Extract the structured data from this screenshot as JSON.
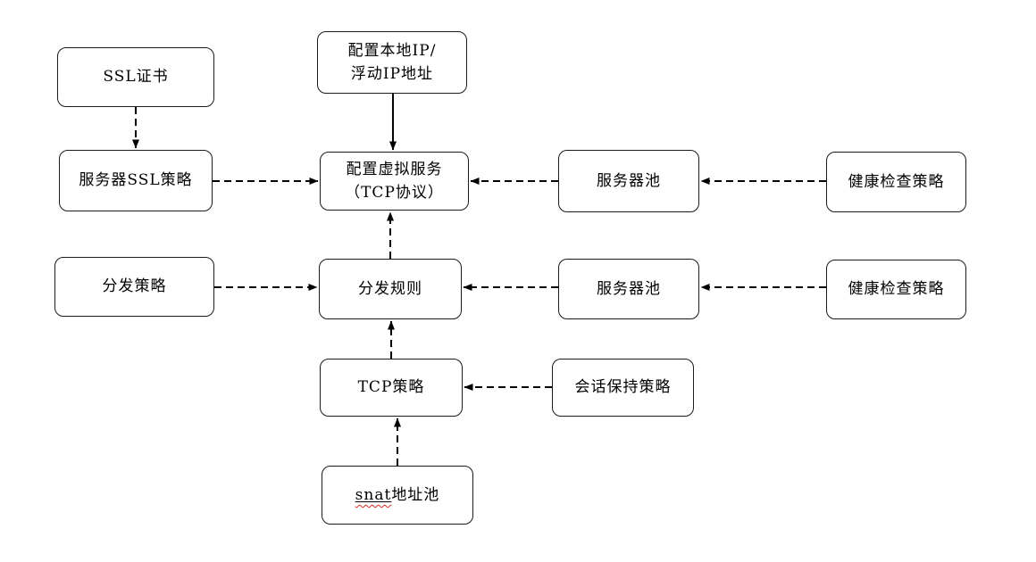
{
  "diagram": {
    "type": "flowchart",
    "background_color": "#ffffff",
    "box_fill": "#ffffff",
    "box_border_color": "#1a1a1a",
    "arrow_color": "#000000",
    "text_color": "#000000",
    "spellcheck_wavy_color": "#e02b20",
    "nodes": {
      "ssl_cert": {
        "label": "SSL证书"
      },
      "local_ip": {
        "label": "配置本地IP/\n浮动IP地址"
      },
      "server_ssl_policy": {
        "label": "服务器SSL策略"
      },
      "virtual_service": {
        "label": "配置虚拟服务\n（TCP协议）"
      },
      "server_pool_top": {
        "label": "服务器池"
      },
      "health_check_top": {
        "label": "健康检查策略"
      },
      "dispatch_policy": {
        "label": "分发策略"
      },
      "dispatch_rule": {
        "label": "分发规则"
      },
      "server_pool_bottom": {
        "label": "服务器池"
      },
      "health_check_bottom": {
        "label": "健康检查策略"
      },
      "tcp_policy": {
        "label": "TCP策略"
      },
      "session_keep_policy": {
        "label": "会话保持策略"
      },
      "snat_pool": {
        "label_en": "snat",
        "label_zh": "地址池"
      }
    },
    "edges": [
      {
        "from": "ssl_cert",
        "to": "server_ssl_policy",
        "line": "dashed",
        "direction": "down"
      },
      {
        "from": "local_ip",
        "to": "virtual_service",
        "line": "solid",
        "direction": "down"
      },
      {
        "from": "server_ssl_policy",
        "to": "virtual_service",
        "line": "dashed",
        "direction": "right"
      },
      {
        "from": "server_pool_top",
        "to": "virtual_service",
        "line": "dashed",
        "direction": "left"
      },
      {
        "from": "health_check_top",
        "to": "server_pool_top",
        "line": "dashed",
        "direction": "left"
      },
      {
        "from": "dispatch_policy",
        "to": "dispatch_rule",
        "line": "dashed",
        "direction": "right"
      },
      {
        "from": "server_pool_bottom",
        "to": "dispatch_rule",
        "line": "dashed",
        "direction": "left"
      },
      {
        "from": "health_check_bottom",
        "to": "server_pool_bottom",
        "line": "dashed",
        "direction": "left"
      },
      {
        "from": "dispatch_rule",
        "to": "virtual_service",
        "line": "dashed",
        "direction": "up"
      },
      {
        "from": "tcp_policy",
        "to": "dispatch_rule",
        "line": "dashed",
        "direction": "up"
      },
      {
        "from": "session_keep_policy",
        "to": "tcp_policy",
        "line": "dashed",
        "direction": "left"
      },
      {
        "from": "snat_pool",
        "to": "tcp_policy",
        "line": "dashed",
        "direction": "up"
      }
    ]
  }
}
